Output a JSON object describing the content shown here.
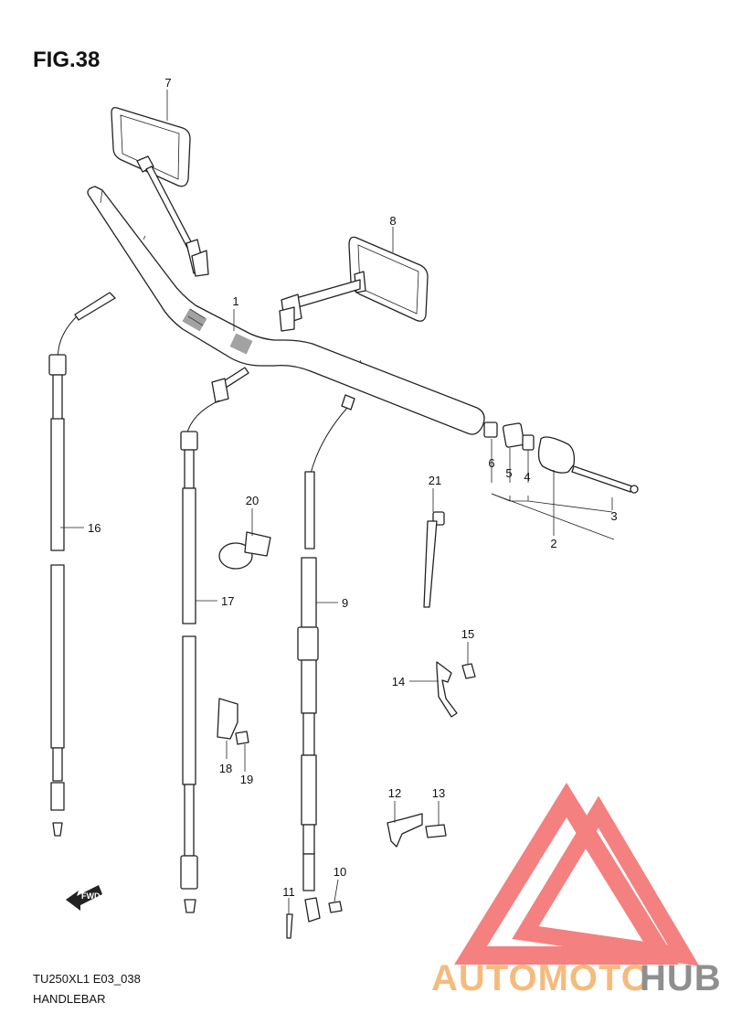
{
  "figure": {
    "title": "FIG.38"
  },
  "footer": {
    "model_code": "TU250XL1 E03_038",
    "section_name": "HANDLEBAR"
  },
  "direction_marker": {
    "label": "FWD",
    "icon": "fwd-arrow-icon"
  },
  "callouts": [
    "1",
    "2",
    "3",
    "4",
    "5",
    "6",
    "7",
    "8",
    "9",
    "10",
    "11",
    "12",
    "13",
    "14",
    "15",
    "16",
    "17",
    "18",
    "19",
    "20",
    "21"
  ],
  "watermark": {
    "brand_part1": "AUTOMOTO",
    "brand_part2": "HUB",
    "colors": {
      "triangle": "#f47a7a",
      "part1": "#f5b877",
      "part2": "#8a8a8a"
    }
  }
}
